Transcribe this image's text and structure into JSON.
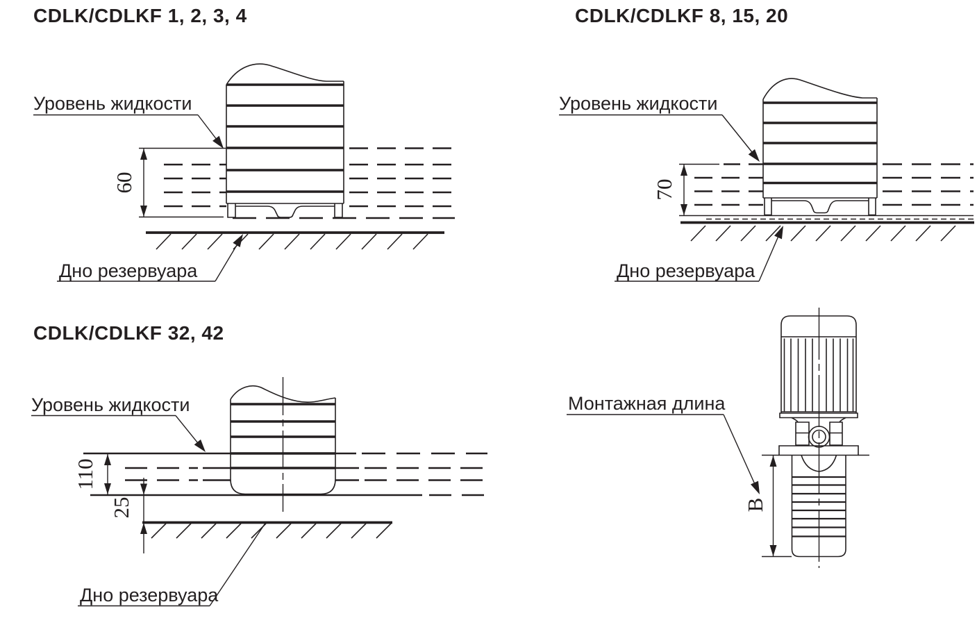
{
  "colors": {
    "ink": "#231f20",
    "background": "#ffffff"
  },
  "panels": {
    "top_left": {
      "title": "CDLK/CDLKF 1, 2, 3, 4",
      "liquid_level_label": "Уровень жидкости",
      "tank_bottom_label": "Дно резервуара",
      "submersion_depth": "60"
    },
    "top_right": {
      "title": "CDLK/CDLKF 8, 15, 20",
      "liquid_level_label": "Уровень жидкости",
      "tank_bottom_label": "Дно резервуара",
      "submersion_depth": "70"
    },
    "bottom_left": {
      "title": "CDLK/CDLKF 32, 42",
      "liquid_level_label": "Уровень жидкости",
      "tank_bottom_label": "Дно резервуара",
      "submersion_depth": "110",
      "bottom_clearance": "25"
    },
    "bottom_right": {
      "mounting_length_label": "Монтажная длина",
      "mounting_length_dimension": "B"
    }
  }
}
